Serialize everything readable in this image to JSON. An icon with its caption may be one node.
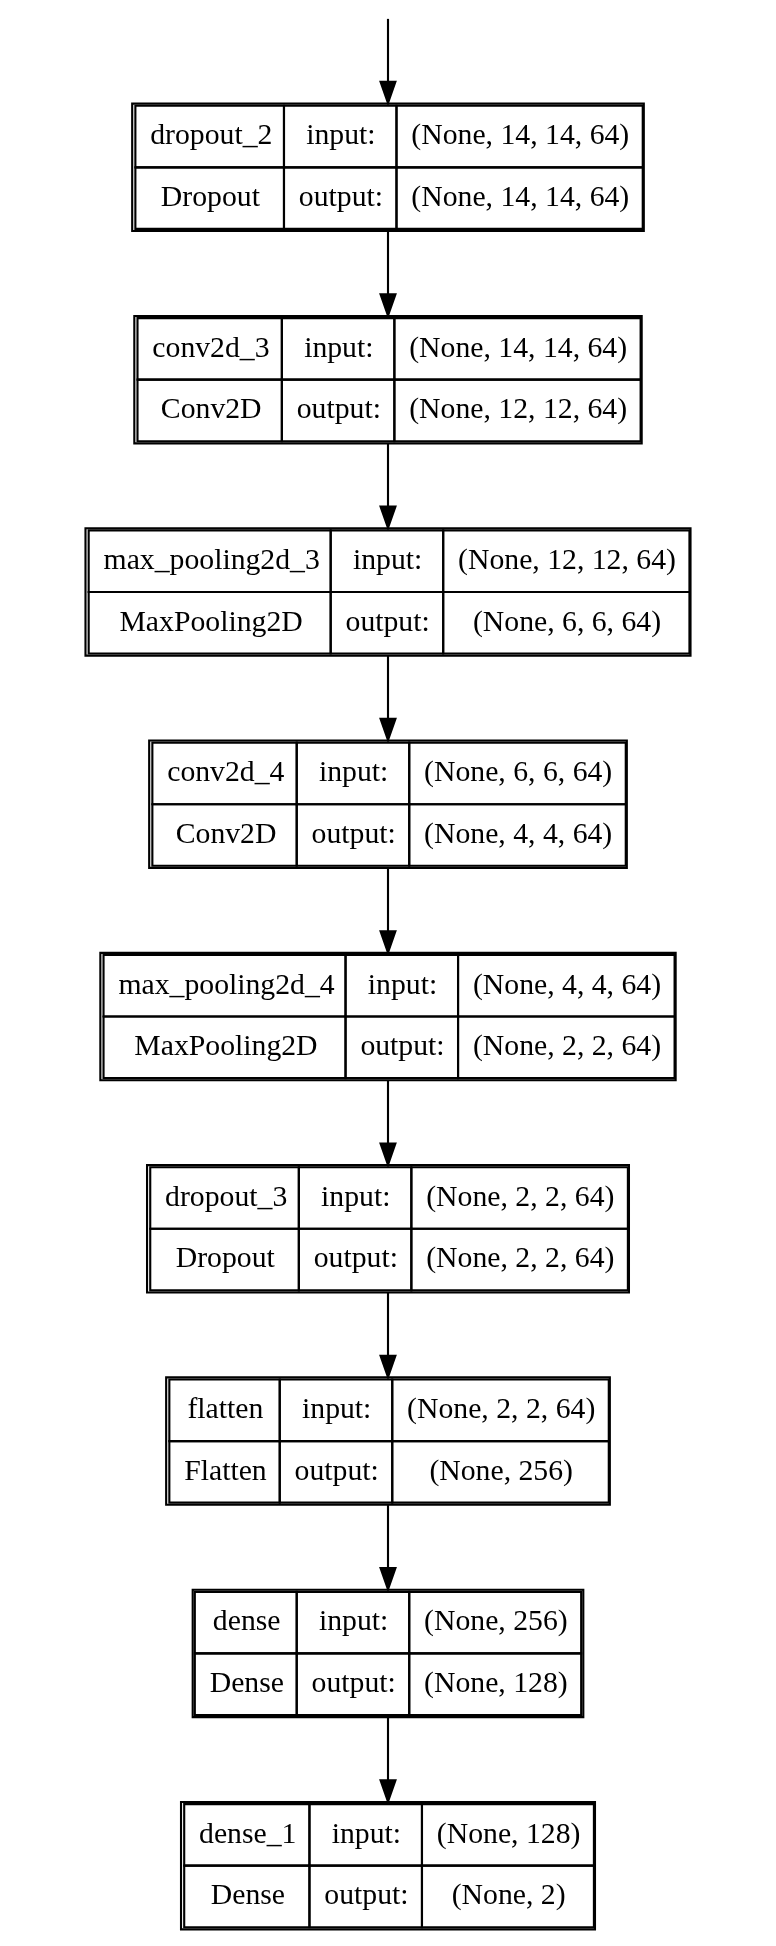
{
  "diagram": {
    "nodes": [
      {
        "text": [
          "dropout_2",
          "input:",
          "(None, 14, 14, 64)",
          "Dropout",
          "output:",
          "(None, 14, 14, 64)"
        ]
      },
      {
        "text": [
          "conv2d_3",
          "input:",
          "(None, 14, 14, 64)",
          "Conv2D",
          "output:",
          "(None, 12, 12, 64)"
        ]
      },
      {
        "text": [
          "max_pooling2d_3",
          "input:",
          "(None, 12, 12, 64)",
          "MaxPooling2D",
          "output:",
          "(None, 6, 6, 64)"
        ]
      },
      {
        "text": [
          "conv2d_4",
          "input:",
          "(None, 6, 6, 64)",
          "Conv2D",
          "output:",
          "(None, 4, 4, 64)"
        ]
      },
      {
        "text": [
          "max_pooling2d_4",
          "input:",
          "(None, 4, 4, 64)",
          "MaxPooling2D",
          "output:",
          "(None, 2, 2, 64)"
        ]
      },
      {
        "text": [
          "dropout_3",
          "input:",
          "(None, 2, 2, 64)",
          "Dropout",
          "output:",
          "(None, 2, 2, 64)"
        ]
      },
      {
        "text": [
          "flatten",
          "input:",
          "(None, 2, 2, 64)",
          "Flatten",
          "output:",
          "(None, 256)"
        ]
      },
      {
        "text": [
          "dense",
          "input:",
          "(None, 256)",
          "Dense",
          "output:",
          "(None, 128)"
        ]
      },
      {
        "text": [
          "dense_1",
          "input:",
          "(None, 128)",
          "Dense",
          "output:",
          "(None, 2)"
        ]
      }
    ],
    "edges": [
      {
        "from": null,
        "to": 0,
        "arrow": "to"
      },
      {
        "from": 0,
        "to": 1,
        "arrow": "to"
      },
      {
        "from": 1,
        "to": 2,
        "arrow": "to"
      },
      {
        "from": 2,
        "to": 3,
        "arrow": "to"
      },
      {
        "from": 3,
        "to": 4,
        "arrow": "to"
      },
      {
        "from": 4,
        "to": 5,
        "arrow": "to"
      },
      {
        "from": 5,
        "to": 6,
        "arrow": "to"
      },
      {
        "from": 6,
        "to": 7,
        "arrow": "to"
      },
      {
        "from": 7,
        "to": 8,
        "arrow": "to"
      }
    ]
  }
}
